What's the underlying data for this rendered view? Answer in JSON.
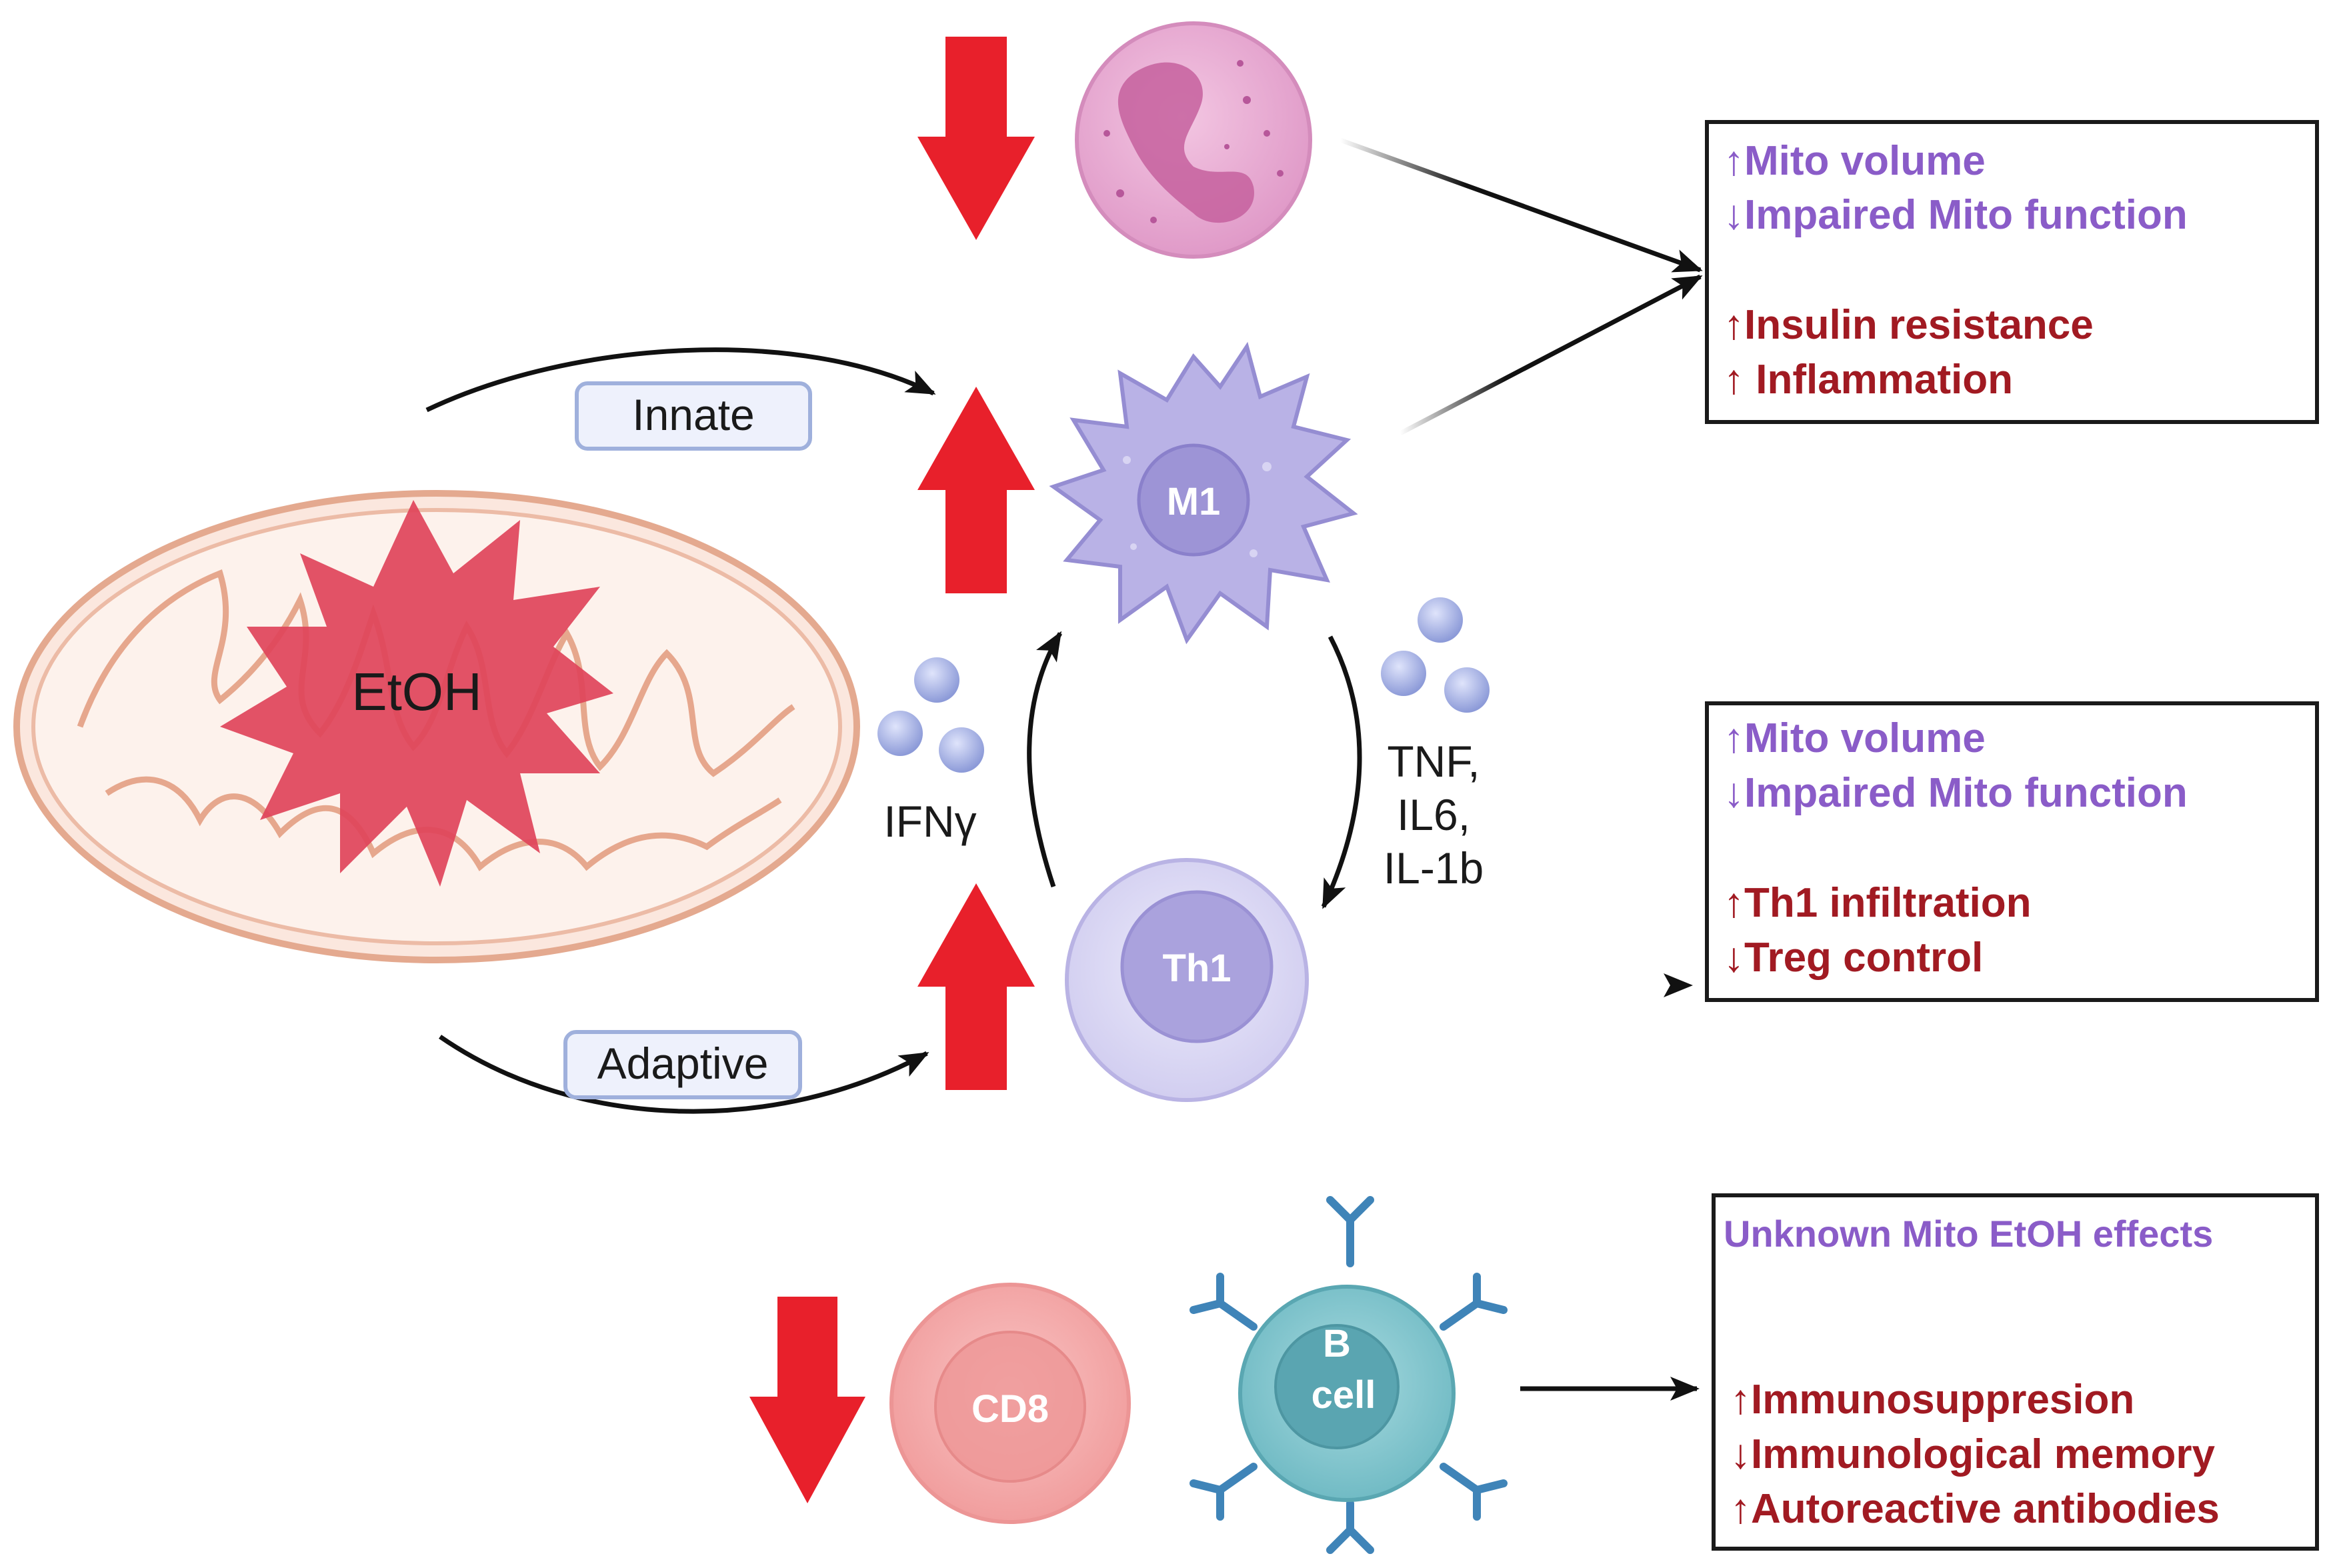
{
  "center_label": "EtOH",
  "pathway_labels": {
    "innate": "Innate",
    "adaptive": "Adaptive"
  },
  "cytokines": {
    "ifn": "IFNγ",
    "tnf_lines": [
      "TNF,",
      "IL6,",
      "IL-1b"
    ]
  },
  "cells": {
    "m1": "M1",
    "th1": "Th1",
    "cd8": "CD8",
    "bcell_lines": [
      "B",
      "cell"
    ]
  },
  "boxes": {
    "box1": {
      "mito_lines": [
        "↑Mito volume",
        "↓Impaired Mito function"
      ],
      "effect_lines": [
        "↑Insulin resistance",
        "↑ Inflammation"
      ]
    },
    "box2": {
      "mito_lines": [
        "↑Mito volume",
        "↓Impaired Mito function"
      ],
      "effect_lines": [
        "↑Th1 infiltration",
        "↓Treg control"
      ]
    },
    "box3": {
      "mito_lines": [
        "Unknown Mito EtOH effects"
      ],
      "effect_lines": [
        "↑Immunosuppresion",
        "↓Immunological memory",
        "↑Autoreactive antibodies"
      ]
    }
  },
  "colors": {
    "arrow_red": "#e8202b",
    "mito_text": "#8a5cc8",
    "effect_text": "#a11a22",
    "neutrophil": "#e6a6cf",
    "macrophage": "#b9b2e6",
    "th1": "#dcd9f3",
    "cd8": "#f3a4a4",
    "bcell": "#7fc4cc",
    "antibody": "#3f84b8",
    "etoh_star": "#e0445a",
    "mito_outer": "#f7d9cc"
  }
}
